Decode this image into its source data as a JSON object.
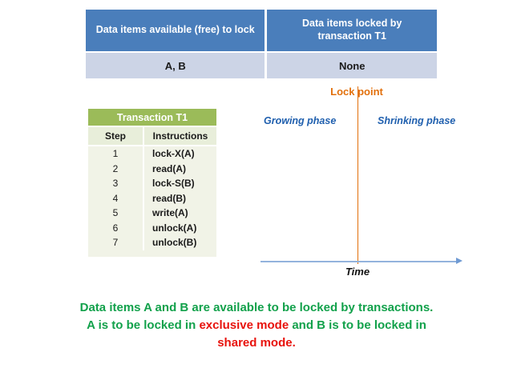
{
  "status_table": {
    "headers": [
      "Data items available (free) to lock",
      "Data items locked by transaction T1"
    ],
    "values": [
      "A, B",
      "None"
    ],
    "header_bg": "#4a7ebb",
    "value_bg": "#ccd4e6"
  },
  "transaction_table": {
    "title": "Transaction T1",
    "columns": [
      "Step",
      "Instructions"
    ],
    "rows": [
      {
        "step": "1",
        "instruction": "lock-X(A)"
      },
      {
        "step": "2",
        "instruction": "read(A)"
      },
      {
        "step": "3",
        "instruction": "lock-S(B)"
      },
      {
        "step": "4",
        "instruction": "read(B)"
      },
      {
        "step": "5",
        "instruction": "write(A)"
      },
      {
        "step": "6",
        "instruction": "unlock(A)"
      },
      {
        "step": "7",
        "instruction": "unlock(B)"
      }
    ],
    "title_bg": "#9bbb59",
    "subheader_bg": "#e8eeda",
    "body_bg": "#f1f3e7"
  },
  "diagram": {
    "lock_point_label": "Lock point",
    "growing_phase_label": "Growing phase",
    "shrinking_phase_label": "Shrinking phase",
    "time_axis_label": "Time",
    "lock_point_color": "#e2700c",
    "phase_label_color": "#1f5fae",
    "axis_color": "#93b3dd"
  },
  "caption": {
    "line1": "Data items A and B are available to be locked by transactions.",
    "line2_part1": "A is to be locked in ",
    "line2_highlight1": "exclusive mode",
    "line2_part2": " and B is to be locked in",
    "line3_highlight2": "shared mode",
    "line3_part3": ".",
    "text_color": "#12a14b",
    "highlight_color": "#e8120c"
  }
}
